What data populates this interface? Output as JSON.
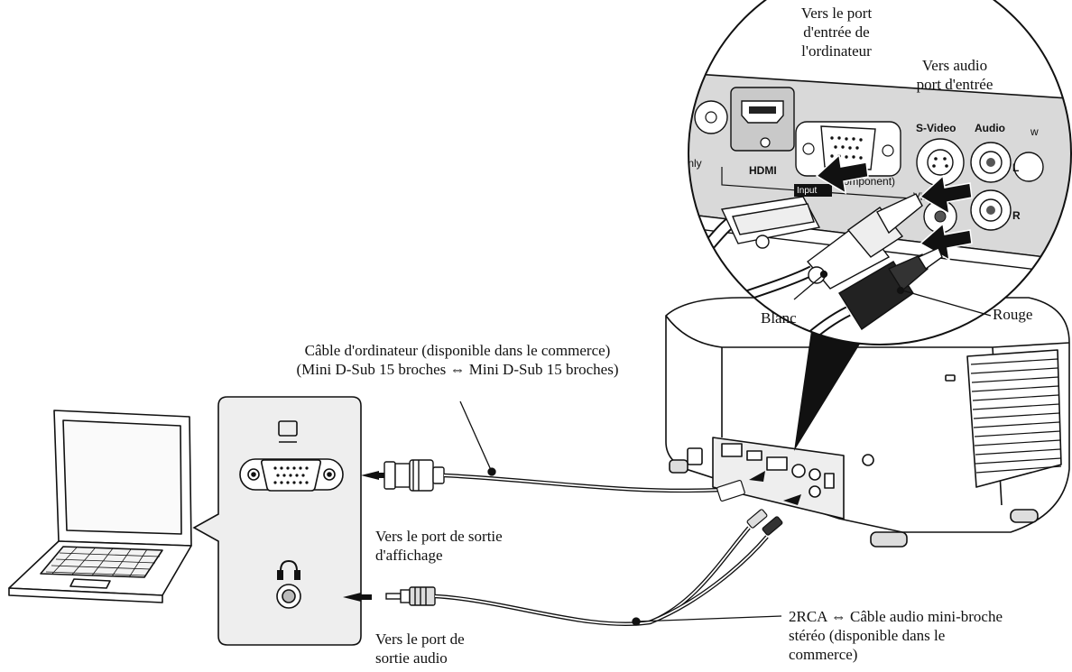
{
  "labels": {
    "computer_cable": {
      "line1": "Câble d'ordinateur (disponible dans le commerce)",
      "line2": "(Mini D-Sub 15 broches ⇔ Mini D-Sub 15 broches)"
    },
    "display_output": {
      "line1": "Vers le port de sortie",
      "line2": "d'affichage"
    },
    "audio_output": {
      "line1": "Vers le port de",
      "line2": "sortie audio"
    },
    "audio_cable": {
      "line1": "2RCA ⇔ Câble audio mini-broche",
      "line2": "stéréo (disponible dans le",
      "line3": "commerce)"
    },
    "computer_input": {
      "line1": "Vers le port",
      "line2": "d'entrée de",
      "line3": "l'ordinateur"
    },
    "audio_input": {
      "line1": "Vers audio",
      "line2": "port d'entrée"
    },
    "white": "Blanc",
    "red": "Rouge"
  },
  "projector_ports": {
    "only": "e Only",
    "hdmi": "HDMI",
    "component": "(Component)",
    "input": "Input",
    "svideo": "S-Video",
    "audio": "Audio",
    "video": "Video",
    "left": "L",
    "right": "R",
    "w": "w"
  },
  "colors": {
    "line": "#111111",
    "panel": "#eeeeee",
    "port_panel": "#d9d9d9"
  }
}
